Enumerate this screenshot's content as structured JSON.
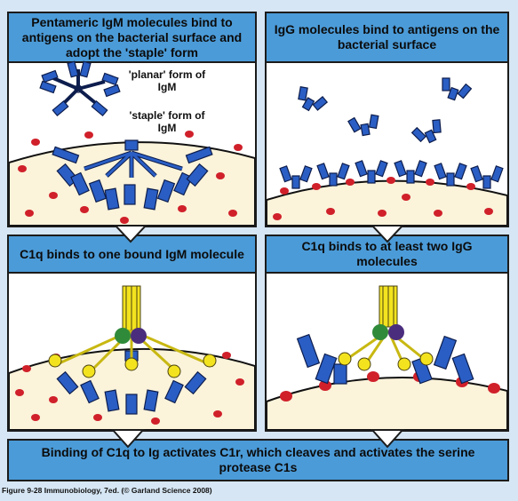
{
  "panels": {
    "top_left": {
      "header": "Pentameric IgM molecules bind to antigens on the bacterial surface and adopt the 'staple' form",
      "label_planar": "'planar' form of IgM",
      "label_staple": "'staple' form of IgM"
    },
    "top_right": {
      "header": "IgG molecules bind to antigens on the bacterial surface"
    },
    "mid_left": {
      "header": "C1q binds to one bound IgM molecule"
    },
    "mid_right": {
      "header": "C1q binds to at least two IgG molecules"
    },
    "bottom": {
      "header": "Binding of C1q to Ig activates C1r, which cleaves and activates the serine protease C1s"
    }
  },
  "caption": "Figure 9-28 Immunobiology, 7ed. (© Garland Science 2008)",
  "colors": {
    "page_bg": "#d6e6f4",
    "header_blue": "#4b9bd8",
    "antibody_blue": "#2a5ec4",
    "surface": "#fbf3da",
    "antigen_red": "#d0202a",
    "c1q_yellow": "#f3e31f",
    "c1r_green": "#2f8a3a",
    "c1s_purple": "#4b2d7e"
  },
  "icons": [
    "down-arrow-icon",
    "antibody-y-icon",
    "antigen-dot-icon",
    "c1q-bouquet-icon"
  ]
}
